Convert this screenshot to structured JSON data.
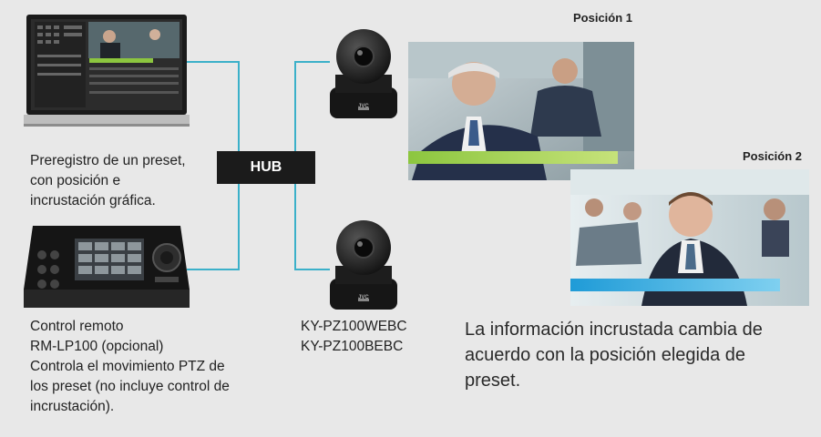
{
  "hub_label": "HUB",
  "monitor_caption": [
    "Preregistro de un preset,",
    "con posición e",
    "incrustación gráfica."
  ],
  "remote_caption": [
    "Control remoto",
    "RM-LP100 (opcional)",
    "Controla el movimiento PTZ de",
    "los preset (no incluye control de",
    "incrustación)."
  ],
  "camera_models": [
    "KY-PZ100WEBC",
    "KY-PZ100BEBC"
  ],
  "position_labels": [
    "Posición 1",
    "Posición 2"
  ],
  "overlay_caption": [
    "La información incrustada cambia de",
    "acuerdo con la posición elegida de",
    "preset."
  ],
  "camera_brand": "JVC",
  "colors": {
    "background": "#e8e8e8",
    "connector": "#3bb0c9",
    "hub": "#1b1b1b",
    "lower_third_1": "#8cc63f",
    "lower_third_2": "#29abe2"
  }
}
